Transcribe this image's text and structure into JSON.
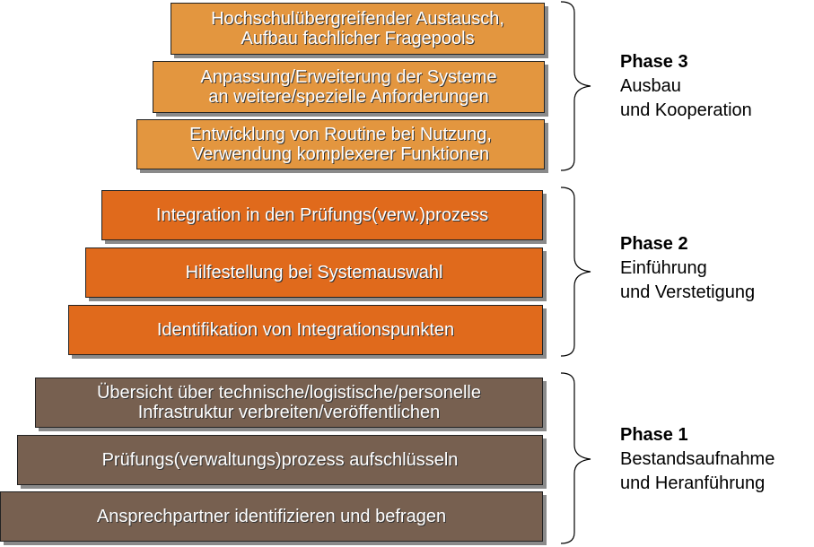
{
  "phases": [
    {
      "title": "Phase 3",
      "line1": "Ausbau",
      "line2": "und Kooperation",
      "color": "#e3963f",
      "steps": [
        "Hochschulübergreifender Austausch,\nAufbau fachlicher Fragepools",
        "Anpassung/Erweiterung der Systeme\nan weitere/spezielle Anforderungen",
        "Entwicklung von Routine bei Nutzung,\nVerwendung komplexerer Funktionen"
      ]
    },
    {
      "title": "Phase 2",
      "line1": "Einführung",
      "line2": "und Verstetigung",
      "color": "#e06a1c",
      "steps": [
        "Integration in den Prüfungs(verw.)prozess",
        "Hilfestellung bei Systemauswahl",
        "Identifikation von Integrationspunkten"
      ]
    },
    {
      "title": "Phase 1",
      "line1": "Bestandsaufnahme",
      "line2": "und Heranführung",
      "color": "#776050",
      "steps": [
        "Übersicht über technische/logistische/personelle\nInfrastruktur verbreiten/veröffentlichen",
        "Prüfungs(verwaltungs)prozess aufschlüsseln",
        "Ansprechpartner identifizieren und befragen"
      ]
    }
  ]
}
